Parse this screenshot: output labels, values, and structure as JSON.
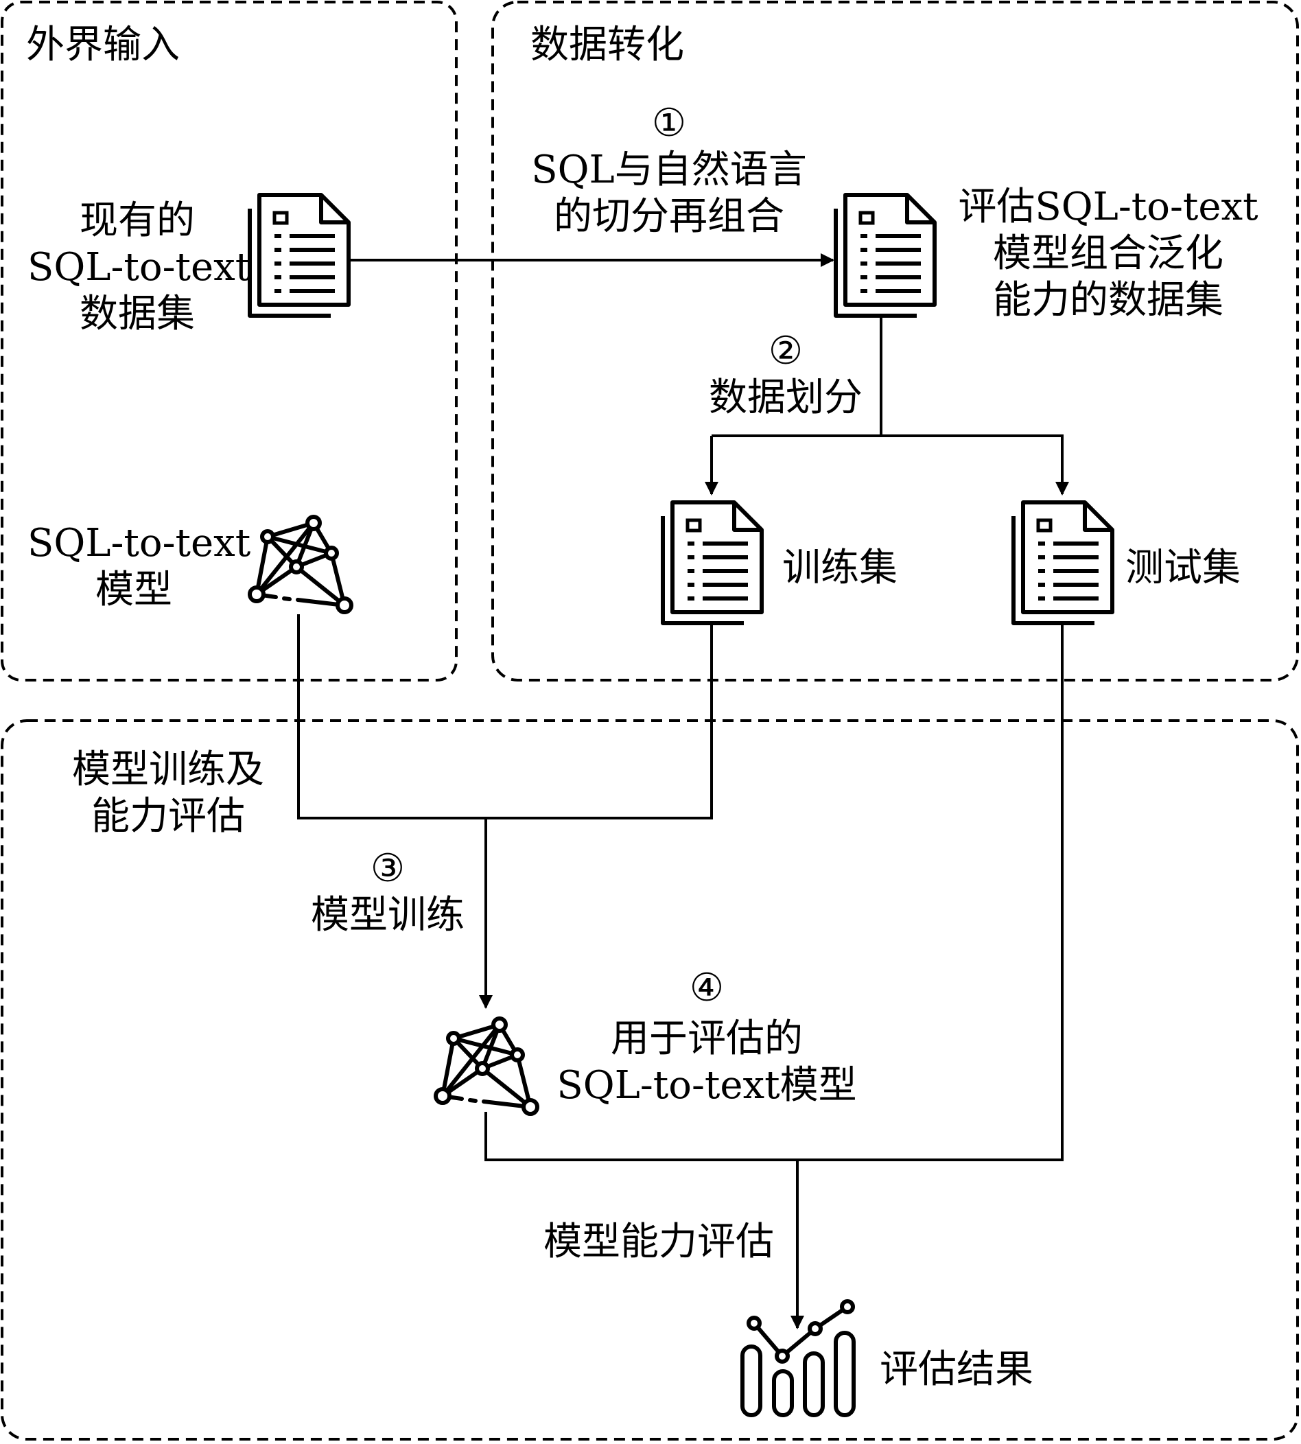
{
  "regions": {
    "input": "外界输入",
    "transform": "数据转化",
    "train_eval": [
      "模型训练及",
      "能力评估"
    ]
  },
  "nodes": {
    "existing_dataset": [
      "现有的",
      "SQL-to-text",
      "数据集"
    ],
    "eval_dataset": [
      "评估SQL-to-text",
      "模型组合泛化",
      "能力的数据集"
    ],
    "train_set": "训练集",
    "test_set": "测试集",
    "base_model": [
      "SQL-to-text",
      "模型"
    ],
    "eval_model": [
      "用于评估的",
      "SQL-to-text模型"
    ],
    "result": "评估结果"
  },
  "steps": {
    "s1": {
      "num": "①",
      "label": [
        "SQL与自然语言",
        "的切分再组合"
      ]
    },
    "s2": {
      "num": "②",
      "label": "数据划分"
    },
    "s3": {
      "num": "③",
      "label": "模型训练"
    },
    "s4": {
      "num": "④"
    },
    "eval": "模型能力评估"
  },
  "icons": {
    "document": "document-stack-icon",
    "model": "neural-network-icon",
    "chart": "line-chart-icon"
  }
}
